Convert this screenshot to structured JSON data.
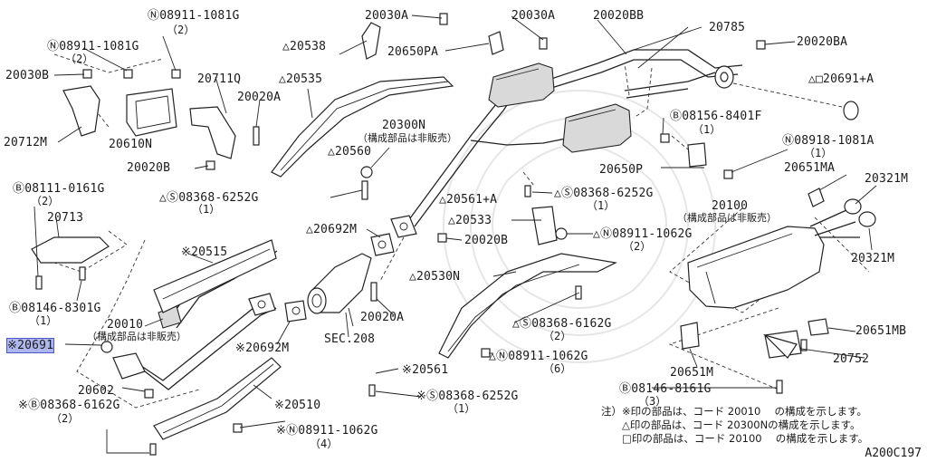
{
  "labels": {
    "p08911_1081G_top": "Ⓝ08911-1081G",
    "q2_top": "（2）",
    "p08911_1081G_left": "Ⓝ08911-1081G",
    "q2_left": "（2）",
    "p20030B": "20030B",
    "p20712M": "20712M",
    "p20610N": "20610N",
    "p20711Q": "20711Q",
    "p20020A_top": "20020A",
    "p20020B_left": "20020B",
    "p20030A_left": "20030A",
    "p20538": "△20538",
    "p20535": "△20535",
    "p20030A_right": "20030A",
    "p20650PA": "20650PA",
    "p20020BB": "20020BB",
    "p20785": "20785",
    "p20020BA": "20020BA",
    "p20691A": "△□20691+A",
    "p08156_8401F": "Ⓑ08156-8401F",
    "q1_08156": "（1）",
    "p20300N": "20300N",
    "jp_20300N": "（構成部品は非販売）",
    "p20560": "△20560",
    "p08918_1081A": "Ⓝ08918-1081A",
    "q1_08918": "（1）",
    "p20650P": "20650P",
    "p20651MA": "20651MA",
    "p20321M_top": "20321M",
    "p08111_0161G": "Ⓑ08111-0161G",
    "q2_08111": "（2）",
    "p08368_6252G_mid": "△Ⓢ08368-6252G",
    "q1_08368_mid": "（1）",
    "p20561A": "△20561+A",
    "p08368_6252G_right": "△Ⓢ08368-6252G",
    "q1_08368_right": "（1）",
    "p20100": "20100",
    "jp_20100": "（構成部品は非販売）",
    "p20713": "20713",
    "p20692M_top": "△20692M",
    "p20533": "△20533",
    "p20020B_mid": "20020B",
    "p08911_1062G_top": "△Ⓝ08911-1062G",
    "q2_1062_top": "（2）",
    "p20321M_bot": "20321M",
    "p20515": "※20515",
    "p20530N": "△20530N",
    "p08146_8301G": "Ⓑ08146-8301G",
    "q1_8301": "（1）",
    "p20010": "20010",
    "jp_20010": "（構成部品は非販売）",
    "p20020A_mid": "20020A",
    "sec208": "SEC.208",
    "p08368_6162G_mid": "△Ⓢ08368-6162G",
    "q2_6162_mid": "（2）",
    "p20651MB": "20651MB",
    "p20691": "※20691",
    "p20692M_bot": "※20692M",
    "p08911_1062G_mid": "△Ⓝ08911-1062G",
    "q6_1062": "（6）",
    "p20752": "20752",
    "p20561": "※20561",
    "p20651M": "20651M",
    "p20602": "20602",
    "p08146_8161G": "Ⓑ08146-8161G",
    "q3_8161": "（3）",
    "p08368_6162G_left": "※Ⓑ08368-6162G",
    "q2_6162_left": "（2）",
    "p20510": "※20510",
    "p08368_6252G_bot": "※Ⓢ08368-6252G",
    "q1_6252_bot": "（1）",
    "p08911_1062G_bot": "※Ⓝ08911-1062G",
    "q4_1062": "（4）"
  },
  "notes": {
    "line1": "注）※印の部品は、コード 20010　 の構成を示します。",
    "line2": "　　△印の部品は、コード 20300Nの構成を示します。",
    "line3": "　　□印の部品は、コード 20100　 の構成を示します。"
  },
  "diagram_code": "A200C197",
  "highlight": {
    "part": "※20691",
    "color": "#aeb6ee"
  }
}
